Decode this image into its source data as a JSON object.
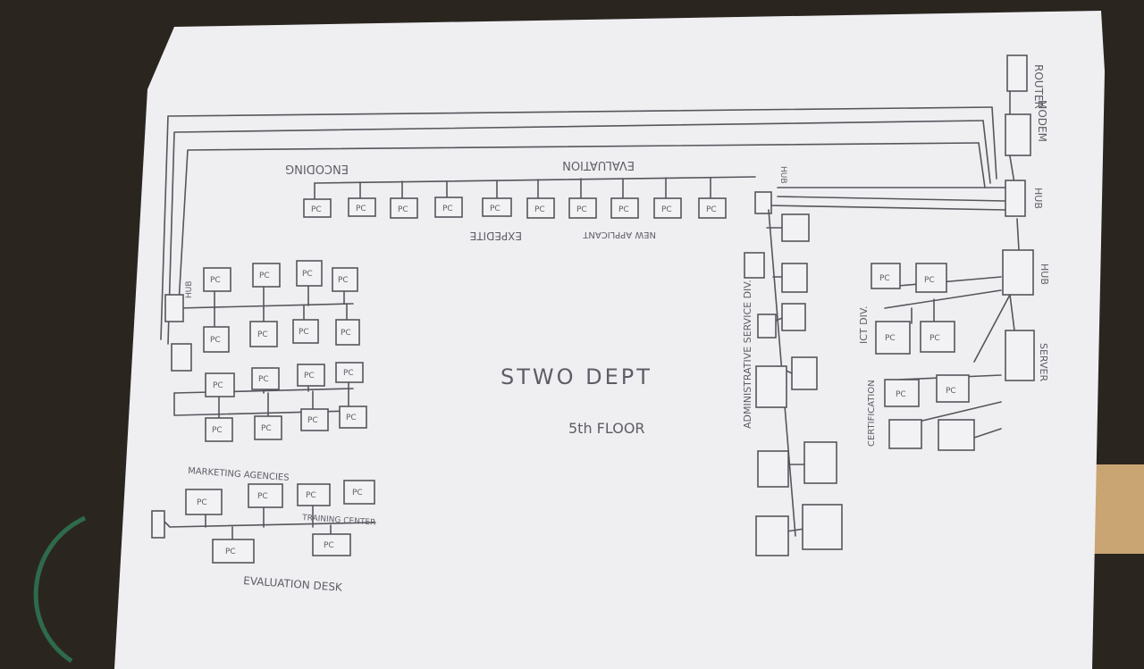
{
  "colors": {
    "paper": "#efeff2",
    "ink": "#55555c",
    "background": "#2a241f",
    "wood": "#c9a574"
  },
  "diagram": {
    "title": "STWO DEPT",
    "subtitle": "5th FLOOR",
    "pc_label": "PC",
    "hub_label": "HUB",
    "router_label": "ROUTER",
    "modem_label": "MODEM",
    "server_label": "SERVER",
    "sections": {
      "encoding": "ENCODING",
      "evaluation": "EVALUATION",
      "expedite": "EXPEDITE",
      "new_applicant": "NEW APPLICANT",
      "admin_service": "ADMINISTRATIVE SERVICE DIV.",
      "ict": "ICT DIV.",
      "certification": "CERTIFICATION",
      "marketing": "MARKETING AGENCIES",
      "training": "TRAINING CENTER",
      "evaluation_desk": "EVALUATION DESK"
    }
  }
}
